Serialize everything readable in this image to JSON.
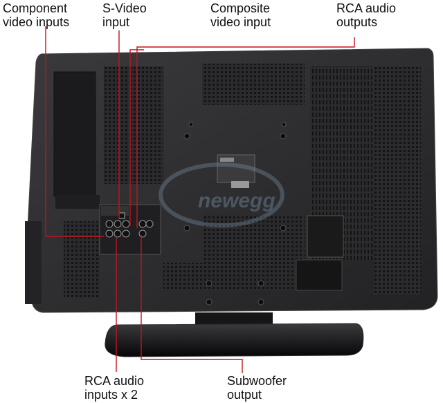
{
  "callouts": {
    "component_video": "Component\nvideo inputs",
    "s_video": "S-Video\ninput",
    "composite_video": "Composite\nvideo input",
    "rca_audio_outputs": "RCA audio\noutputs",
    "rca_audio_inputs": "RCA audio\ninputs x 2",
    "subwoofer": "Subwoofer\noutput"
  },
  "colors": {
    "tv_body": "#2b2b2d",
    "tv_edge": "#3a3a3c",
    "vent": "#161617",
    "callout_line": "#c0141c",
    "stand": "#0f0f10",
    "label_text": "#111111"
  },
  "watermark": "newegg"
}
